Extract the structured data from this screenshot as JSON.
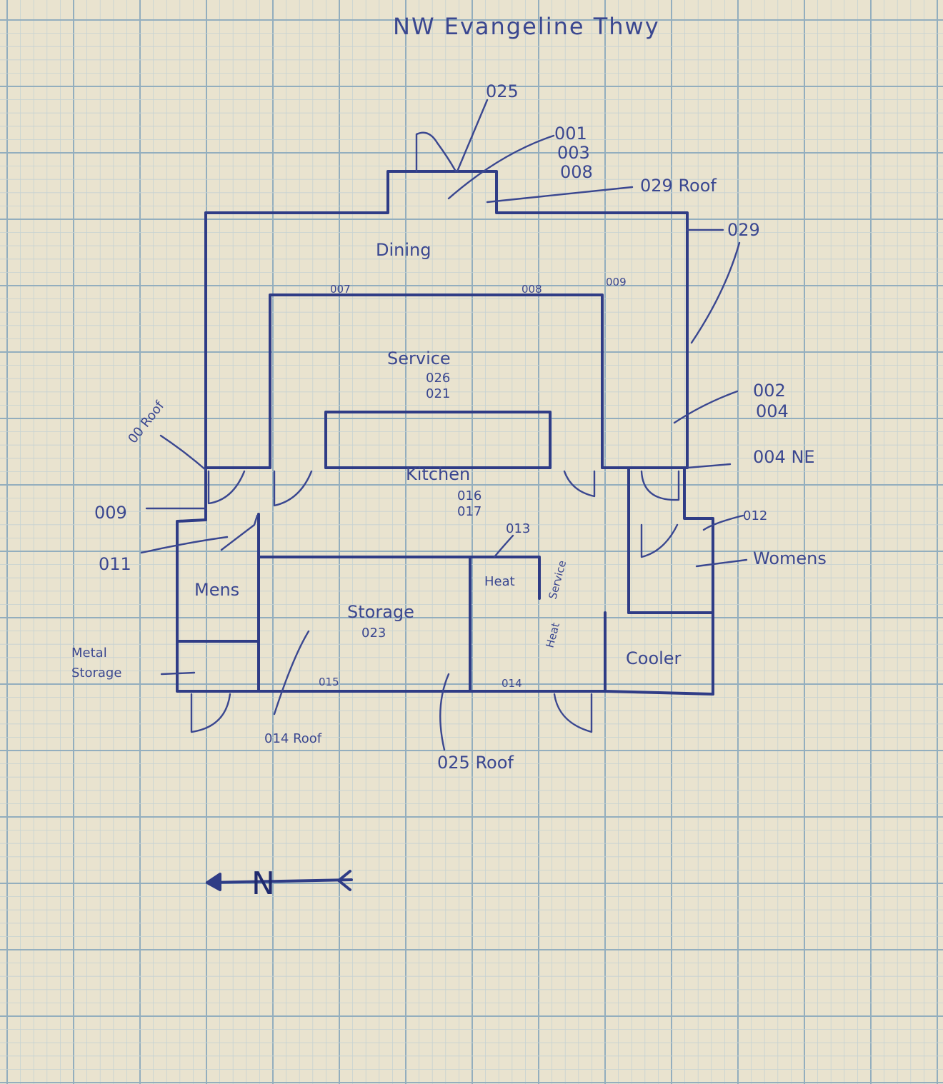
{
  "title": "NW Evangeline Thwy",
  "rooms": {
    "dining": "Dining",
    "service": "Service",
    "kitchen": "Kitchen",
    "storage": "Storage",
    "mens": "Mens",
    "womens": "Womens",
    "cooler": "Cooler",
    "heat": "Heat",
    "metal_storage_line1": "Metal",
    "metal_storage_line2": "Storage",
    "vertical_label_1": "Service",
    "vertical_label_2": "Heat"
  },
  "codes": {
    "c025_top": "025",
    "c001": "001",
    "c003": "003",
    "c008": "008",
    "c029_roof": "029 Roof",
    "c029": "029",
    "c007": "007",
    "c008b": "008",
    "c009_small": "009",
    "service_c026": "026",
    "service_c021": "021",
    "c002": "002",
    "c004": "004",
    "c004_ne": "004 NE",
    "kitchen_c016": "016",
    "kitchen_c017": "017",
    "c013": "013",
    "c012": "012",
    "c00_roof": "00 Roof",
    "c009": "009",
    "c011": "011",
    "storage_c023": "023",
    "c015": "015",
    "c014": "014",
    "c014_roof": "014 Roof",
    "c025_roof": "025 Roof"
  },
  "north": "N",
  "colors": {
    "paper": "#e9e3cf",
    "grid_minor": "#c6d2d2",
    "grid_major": "#93aebe",
    "ink": "#2f3c86"
  }
}
